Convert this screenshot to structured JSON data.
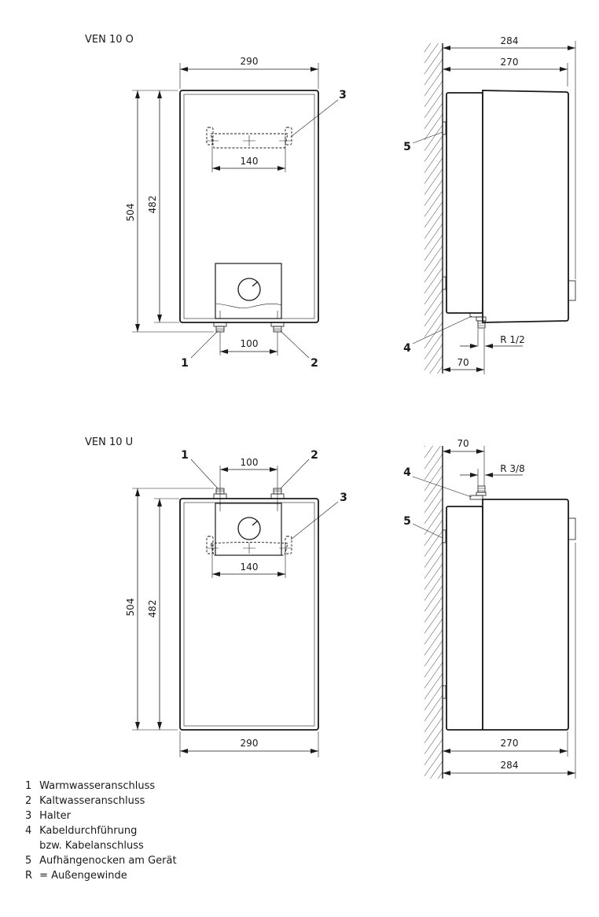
{
  "views": {
    "top_title": "VEN 10 O",
    "bottom_title": "VEN 10 U"
  },
  "dimensions": {
    "width_front": "290",
    "height_total": "504",
    "height_body": "482",
    "holder_spacing": "140",
    "connection_spacing": "100",
    "depth_total": "284",
    "depth_body": "270",
    "wall_to_connection": "70",
    "thread_top": "R 1/2",
    "thread_bottom": "R 3/8"
  },
  "callouts": [
    "1",
    "2",
    "3",
    "4",
    "5"
  ],
  "legend": [
    {
      "num": "1",
      "text": "Warmwasseranschluss"
    },
    {
      "num": "2",
      "text": "Kaltwasseranschluss"
    },
    {
      "num": "3",
      "text": "Halter"
    },
    {
      "num": "4",
      "text": "Kabeldurchführung"
    },
    {
      "num": "",
      "text": "bzw. Kabelanschluss"
    },
    {
      "num": "5",
      "text": "Aufhängenocken am Gerät"
    },
    {
      "num": "R",
      "text": "= Außengewinde"
    }
  ]
}
